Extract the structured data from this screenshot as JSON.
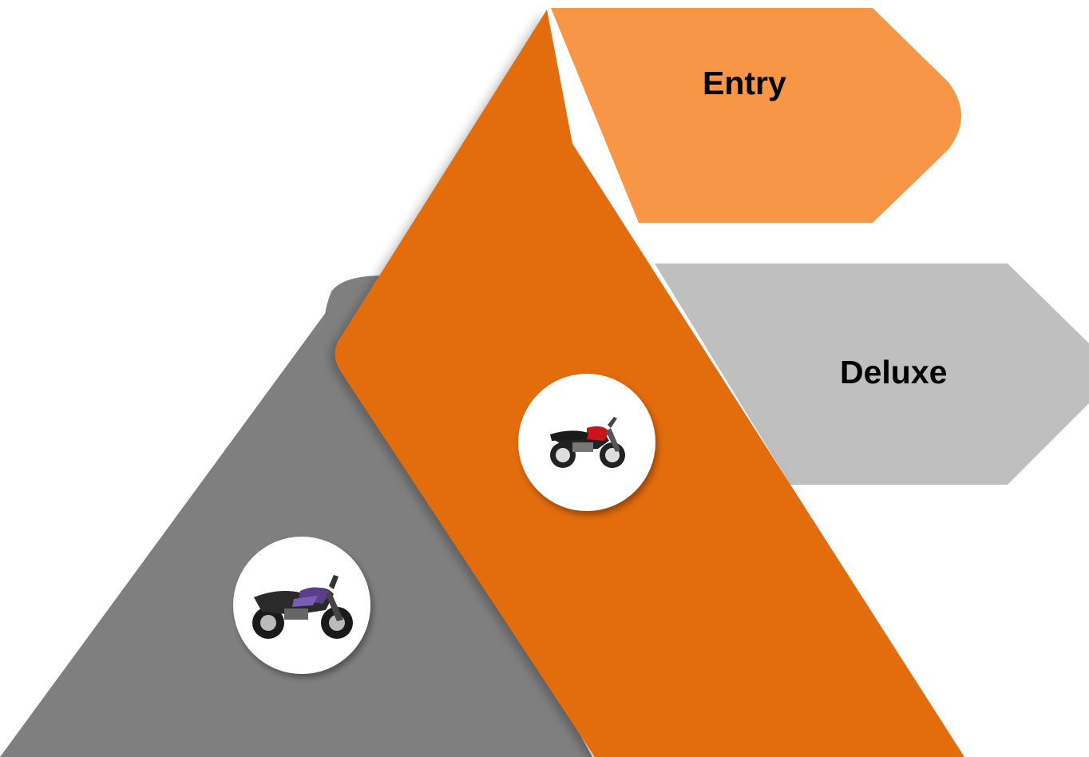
{
  "tiers": [
    {
      "id": "entry",
      "label": "Entry",
      "color": "#F79646",
      "band_color": "#E36C0A",
      "bike_color": "#C8151B",
      "icon": "red-motorcycle-icon"
    },
    {
      "id": "deluxe",
      "label": "Deluxe",
      "color": "#BFBFBF",
      "band_color": "#7F7F7F",
      "bike_color": "#5A3E8C",
      "icon": "purple-motorcycle-icon"
    }
  ]
}
